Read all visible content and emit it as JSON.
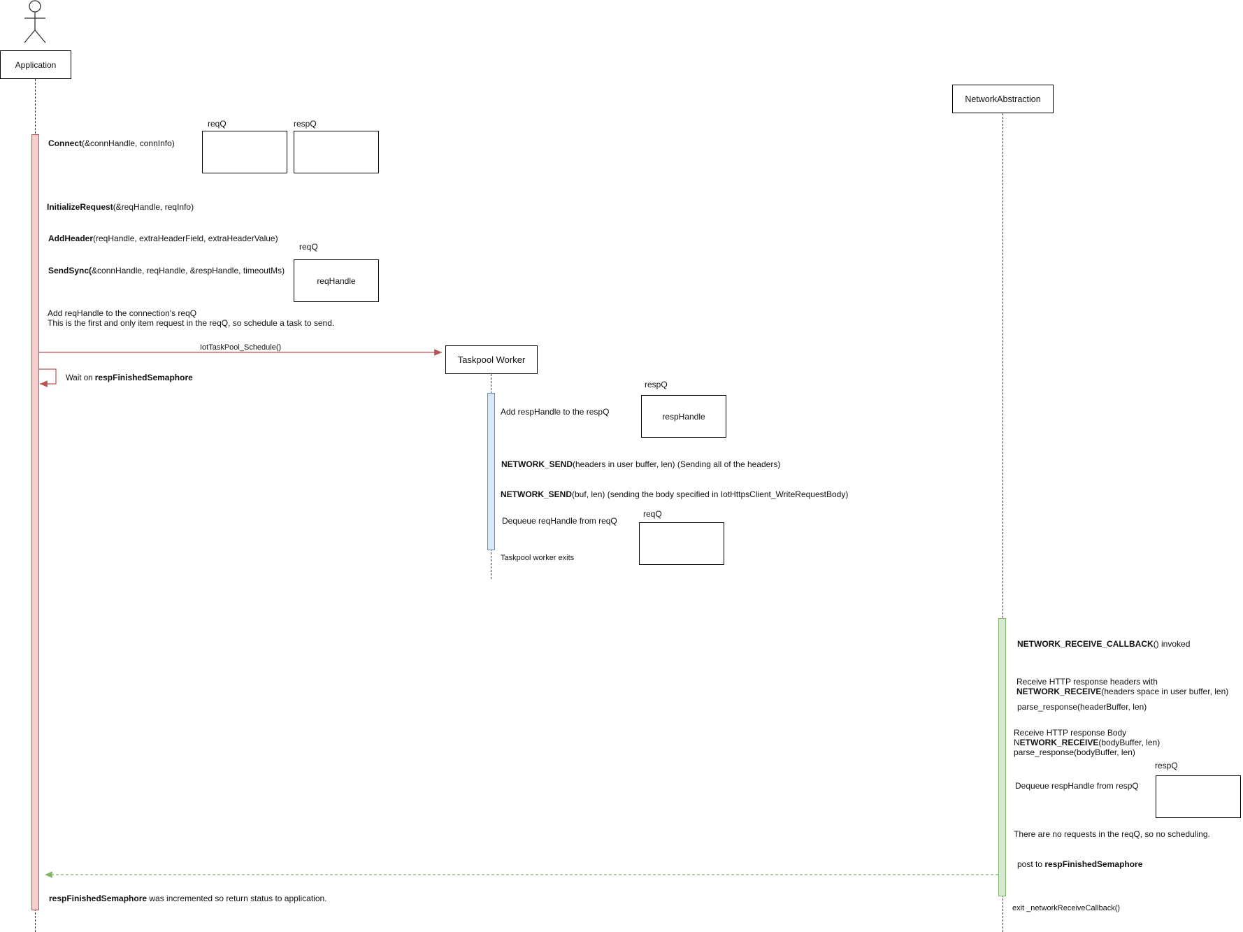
{
  "participants": {
    "application": "Application",
    "network": "NetworkAbstraction",
    "taskpool": "Taskpool Worker"
  },
  "queues": {
    "reqQ": "reqQ",
    "respQ": "respQ",
    "req_handle": "reqHandle",
    "resp_handle": "respHandle"
  },
  "app_messages": {
    "connect_fn": "Connect",
    "connect_args": "(&connHandle, connInfo)",
    "init_fn": "InitializeRequest",
    "init_args": "(&reqHandle, reqInfo)",
    "addheader_fn": "AddHeader",
    "addheader_args": "(reqHandle, extraHeaderField, extraHeaderValue)",
    "sendsync_fn": "SendSync(",
    "sendsync_args": "&connHandle, reqHandle, &respHandle, timeoutMs)",
    "add_req_line1": "Add reqHandle to the connection's reqQ",
    "add_req_line2": "This is the first and only item request in the reqQ, so schedule a task to send.",
    "schedule_call": "IotTaskPool_Schedule()",
    "wait_prefix": "Wait on ",
    "wait_sem": "respFinishedSemaphore",
    "return_sem": "respFinishedSemaphore",
    "return_rest": " was incremented so return status to application."
  },
  "worker_messages": {
    "add_resp": "Add respHandle to the respQ",
    "send1_fn": "NETWORK_SEND",
    "send1_args": "(headers in user buffer, len) (Sending all of the headers)",
    "send2_fn": "NETWORK_SEND",
    "send2_args": "(buf, len) (sending the body specified in IotHttpsClient_WriteRequestBody)",
    "dequeue_req": "Dequeue reqHandle from reqQ",
    "exits": "Taskpool worker exits"
  },
  "network_messages": {
    "callback_fn": "NETWORK_RECEIVE_CALLBACK",
    "callback_rest": "() invoked",
    "recv_headers_line1": "Receive HTTP response headers with",
    "recv_headers_fn": "NETWORK_RECEIVE",
    "recv_headers_args": "(headers space in user buffer, len)",
    "parse_headers": "parse_response(headerBuffer, len)",
    "recv_body_line1": "Receive HTTP response Body",
    "recv_body_prefix": "N",
    "recv_body_fn": "ETWORK_RECEIVE",
    "recv_body_args": "(bodyBuffer, len)",
    "parse_body": "parse_response(bodyBuffer, len)",
    "dequeue_resp": "Dequeue respHandle from respQ",
    "no_requests": "There are no requests in the reqQ, so no scheduling.",
    "post_prefix": "post to ",
    "post_sem": "respFinishedSemaphore",
    "exit_cb": "exit _networkReceiveCallback()"
  },
  "colors": {
    "app_activation": "#f8cecc",
    "worker_activation": "#dae8fc",
    "network_activation": "#d5e8d4",
    "schedule_arrow": "#b85450",
    "return_arrow": "#82b366"
  }
}
